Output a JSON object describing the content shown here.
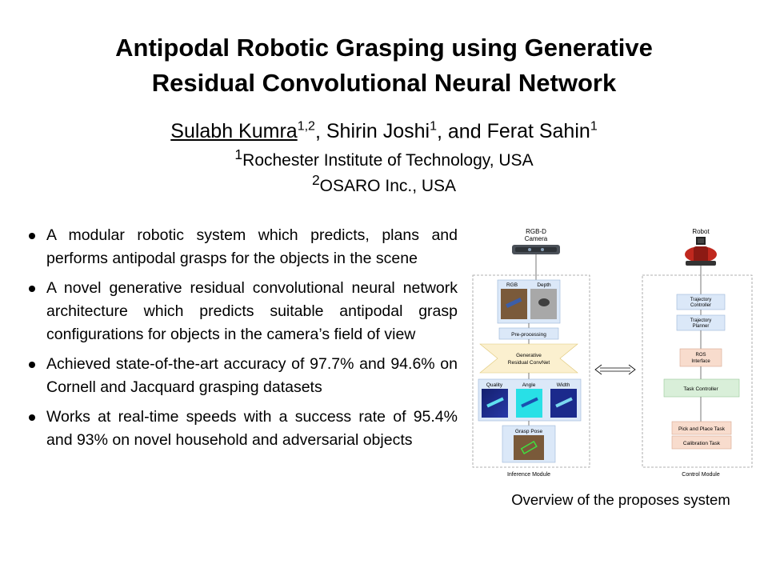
{
  "title_line1": "Antipodal Robotic Grasping using Generative",
  "title_line2": "Residual Convolutional Neural Network",
  "authors": [
    {
      "name": "Sulabh Kumra",
      "sup": "1,2",
      "sep": ", "
    },
    {
      "name": "Shirin Joshi",
      "sup": "1",
      "sep": ", and "
    },
    {
      "name": "Ferat Sahin",
      "sup": "1",
      "sep": ""
    }
  ],
  "affiliations": [
    {
      "sup": "1",
      "text": "Rochester Institute of Technology, USA"
    },
    {
      "sup": "2",
      "text": "OSARO Inc., USA"
    }
  ],
  "bullets": [
    "A modular robotic system which predicts, plans and performs antipodal grasps for the objects in the scene",
    "A novel generative residual convolutional neural network architecture which predicts suitable antipodal grasp configurations for objects in the camera’s field of view",
    "Achieved state-of-the-art accuracy of 97.7% and 94.6% on Cornell and Jacquard grasping datasets",
    "Works at real-time speeds with a success rate of 95.4% and 93% on novel household and adversarial objects"
  ],
  "figure": {
    "camera_line1": "RGB-D",
    "camera_line2": "Camera",
    "robot": "Robot",
    "rgb": "RGB",
    "depth": "Depth",
    "preprocessing": "Pre-processing",
    "net_line1": "Generative",
    "net_line2": "Residual ConvNet",
    "quality": "Quality",
    "angle": "Angle",
    "width": "Width",
    "grasp_pose": "Grasp Pose",
    "inference_module": "Inference Module",
    "traj_controller_line1": "Trajectory",
    "traj_controller_line2": "Controller",
    "traj_planner_line1": "Trajectory",
    "traj_planner_line2": "Planner",
    "ros_line1": "ROS",
    "ros_line2": "Interface",
    "task_controller": "Task Controller",
    "pick_place": "Pick and Place Task",
    "calibration": "Calibration Task",
    "control_module": "Control Module"
  },
  "caption": "Overview of the proposes system",
  "colors": {
    "blue_box": "#dbe8f8",
    "yellow_box": "#fbf0cf",
    "green_box": "#d9efd9",
    "pink_box": "#f8dccd",
    "quality_map": "#1b2a8c",
    "angle_map": "#28e0e6"
  }
}
